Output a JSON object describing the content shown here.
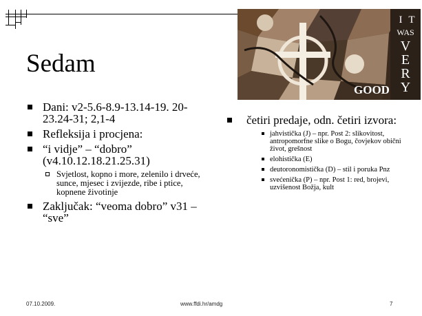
{
  "slide": {
    "title": "Sedam",
    "left_bullets": [
      {
        "text": "Dani: v2-5.6-8.9-13.14-19. 20-23.24-31; 2,1-4"
      },
      {
        "text": "Refleksija i procjena:"
      },
      {
        "text": "“i vidje” – “dobro” (v4.10.12.18.21.25.31)"
      },
      {
        "text": "Zaključak: “veoma dobro” v31 – “sve”"
      }
    ],
    "left_sub": "Svjetlost, kopno i more, zelenilo i drveće, sunce, mjesec i zvijezde, ribe i ptice, kopnene životinje",
    "right_bullet": "četiri predaje, odn. četiri izvora:",
    "right_subs": [
      "jahvistička (J) – npr. Post 2: slikovitost, antropomorfne slike o Bogu, čovjekov obični život, grešnost",
      "elohistička (E)",
      "deutoronomistička (D) – stil i poruka Pnz",
      "svećenička (P) – npr. Post 1: red, brojevi, uzvišenost Božja, kult"
    ]
  },
  "image": {
    "letters": [
      "I",
      "T",
      "WAS",
      "V",
      "E",
      "R",
      "Y"
    ],
    "good": "GOOD"
  },
  "footer": {
    "date": "07.10.2009.",
    "url": "www.ffdi.hr/amdg",
    "page": "7"
  }
}
